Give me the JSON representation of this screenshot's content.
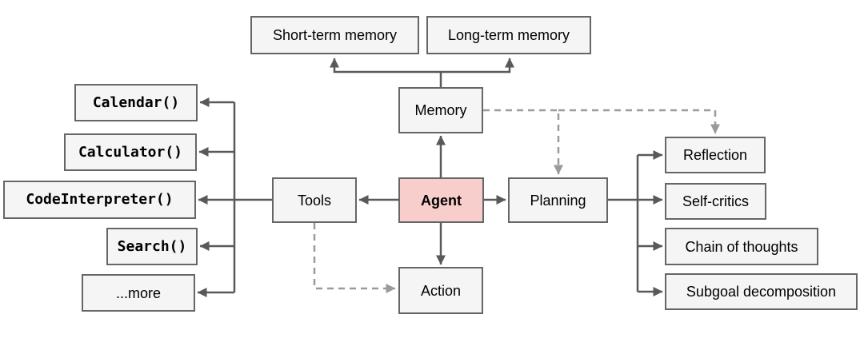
{
  "nodes": {
    "agent": "Agent",
    "memory": "Memory",
    "tools": "Tools",
    "planning": "Planning",
    "action": "Action"
  },
  "memory_types": {
    "short_term": "Short-term memory",
    "long_term": "Long-term memory"
  },
  "tools_list": {
    "calendar": "Calendar()",
    "calculator": "Calculator()",
    "code_interpreter": "CodeInterpreter()",
    "search": "Search()",
    "more": "...more"
  },
  "planning_methods": {
    "reflection": "Reflection",
    "self_critics": "Self-critics",
    "chain_of_thoughts": "Chain of thoughts",
    "subgoal_decomposition": "Subgoal decomposition"
  },
  "colors": {
    "agent_fill": "#F8CECC",
    "node_fill": "#F5F5F5",
    "node_border": "#666666",
    "solid_arrow": "#595959",
    "dashed_arrow": "#9A9A9A"
  }
}
